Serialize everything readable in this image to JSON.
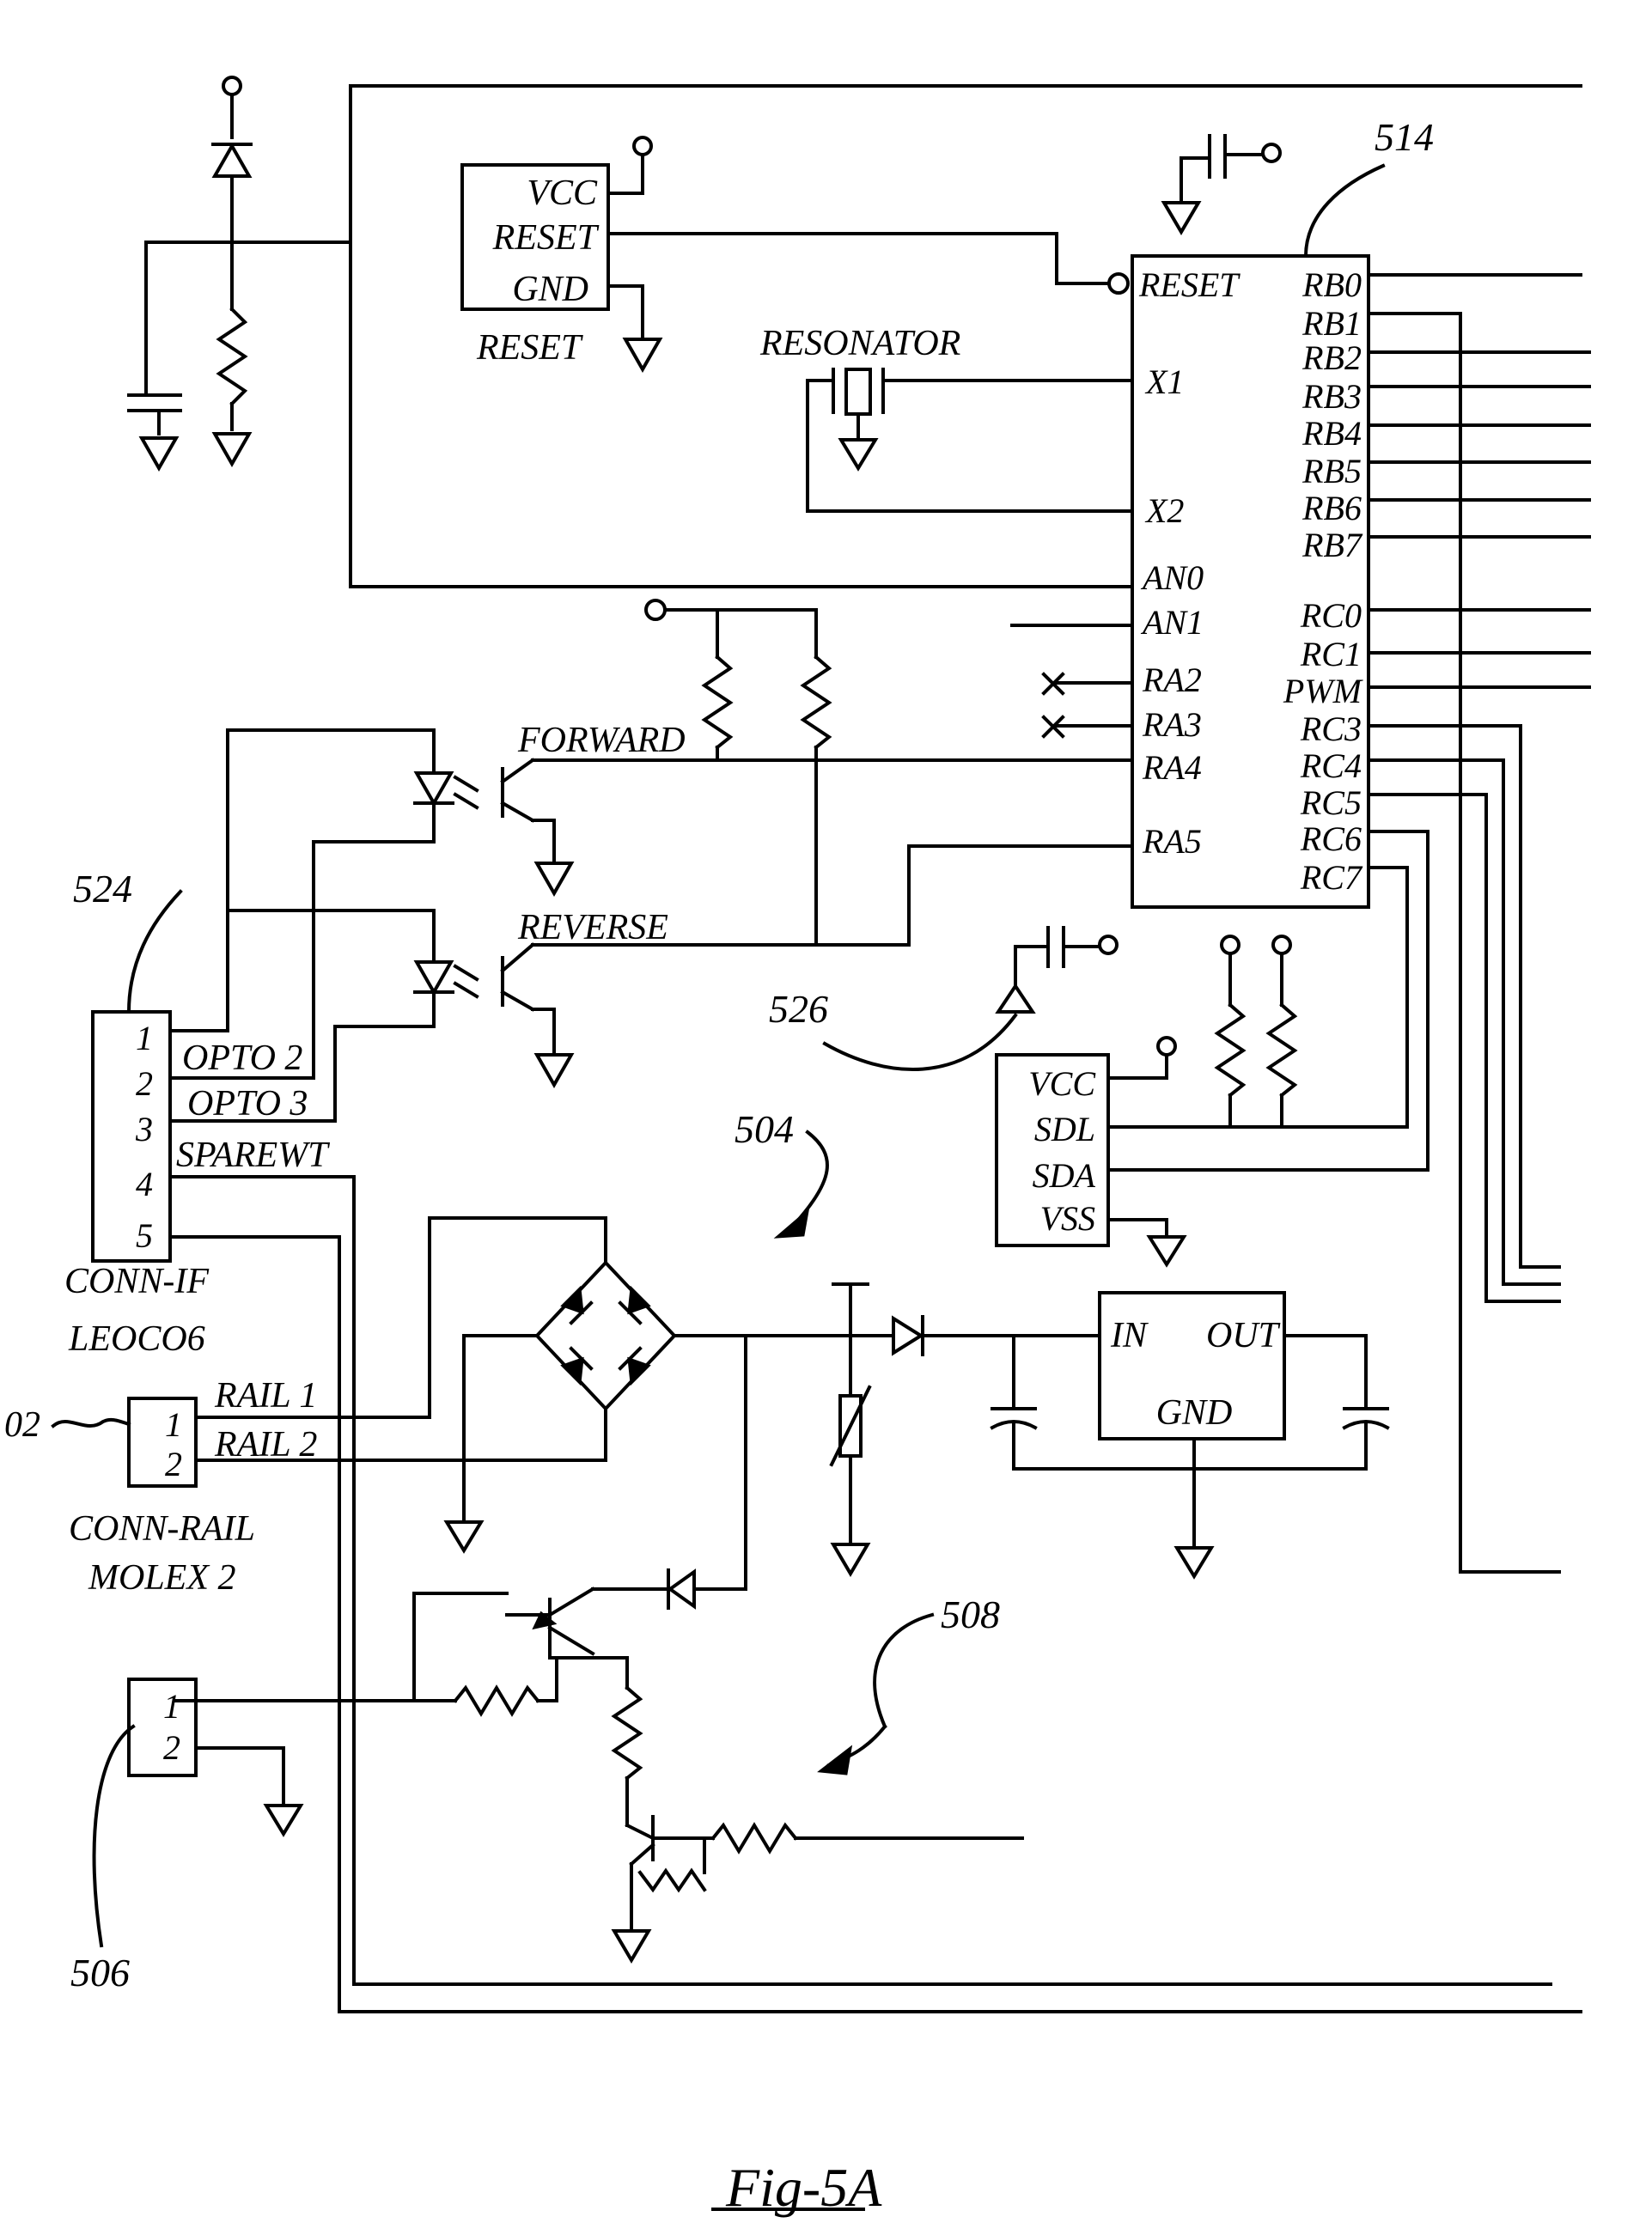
{
  "figure": {
    "caption": "Fig-5A"
  },
  "reset_chip": {
    "pins": [
      "VCC",
      "RESET",
      "GND"
    ],
    "label": "RESET"
  },
  "resonator": {
    "label": "RESONATOR"
  },
  "mcu": {
    "ref": "514",
    "left_pins": [
      "RESET",
      "X1",
      "X2",
      "AN0",
      "AN1",
      "RA2",
      "RA3",
      "RA4",
      "RA5"
    ],
    "right_pins": [
      "RB0",
      "RB1",
      "RB2",
      "RB3",
      "RB4",
      "RB5",
      "RB6",
      "RB7",
      "RC0",
      "RC1",
      "PWM",
      "RC3",
      "RC4",
      "RC5",
      "RC6",
      "RC7"
    ]
  },
  "opto": {
    "forward_label": "FORWARD",
    "reverse_label": "REVERSE"
  },
  "conn_if": {
    "ref": "524",
    "pins": [
      "1",
      "2",
      "3",
      "4",
      "5"
    ],
    "signals": [
      "OPTO 2",
      "OPTO 3",
      "SPAREWT"
    ],
    "name": "CONN-IF",
    "part": "LEOCO6"
  },
  "eeprom": {
    "ref": "526",
    "pins": [
      "VCC",
      "SDL",
      "SDA",
      "VSS"
    ]
  },
  "power_supply": {
    "ref": "504"
  },
  "regulator": {
    "in": "IN",
    "out": "OUT",
    "gnd": "GND"
  },
  "conn_rail": {
    "ref": "02",
    "pins": [
      "1",
      "2"
    ],
    "signals": [
      "RAIL 1",
      "RAIL 2"
    ],
    "name": "CONN-RAIL",
    "part": "MOLEX 2"
  },
  "driver": {
    "ref": "508"
  },
  "conn_506": {
    "ref": "506",
    "pins": [
      "1",
      "2"
    ]
  }
}
